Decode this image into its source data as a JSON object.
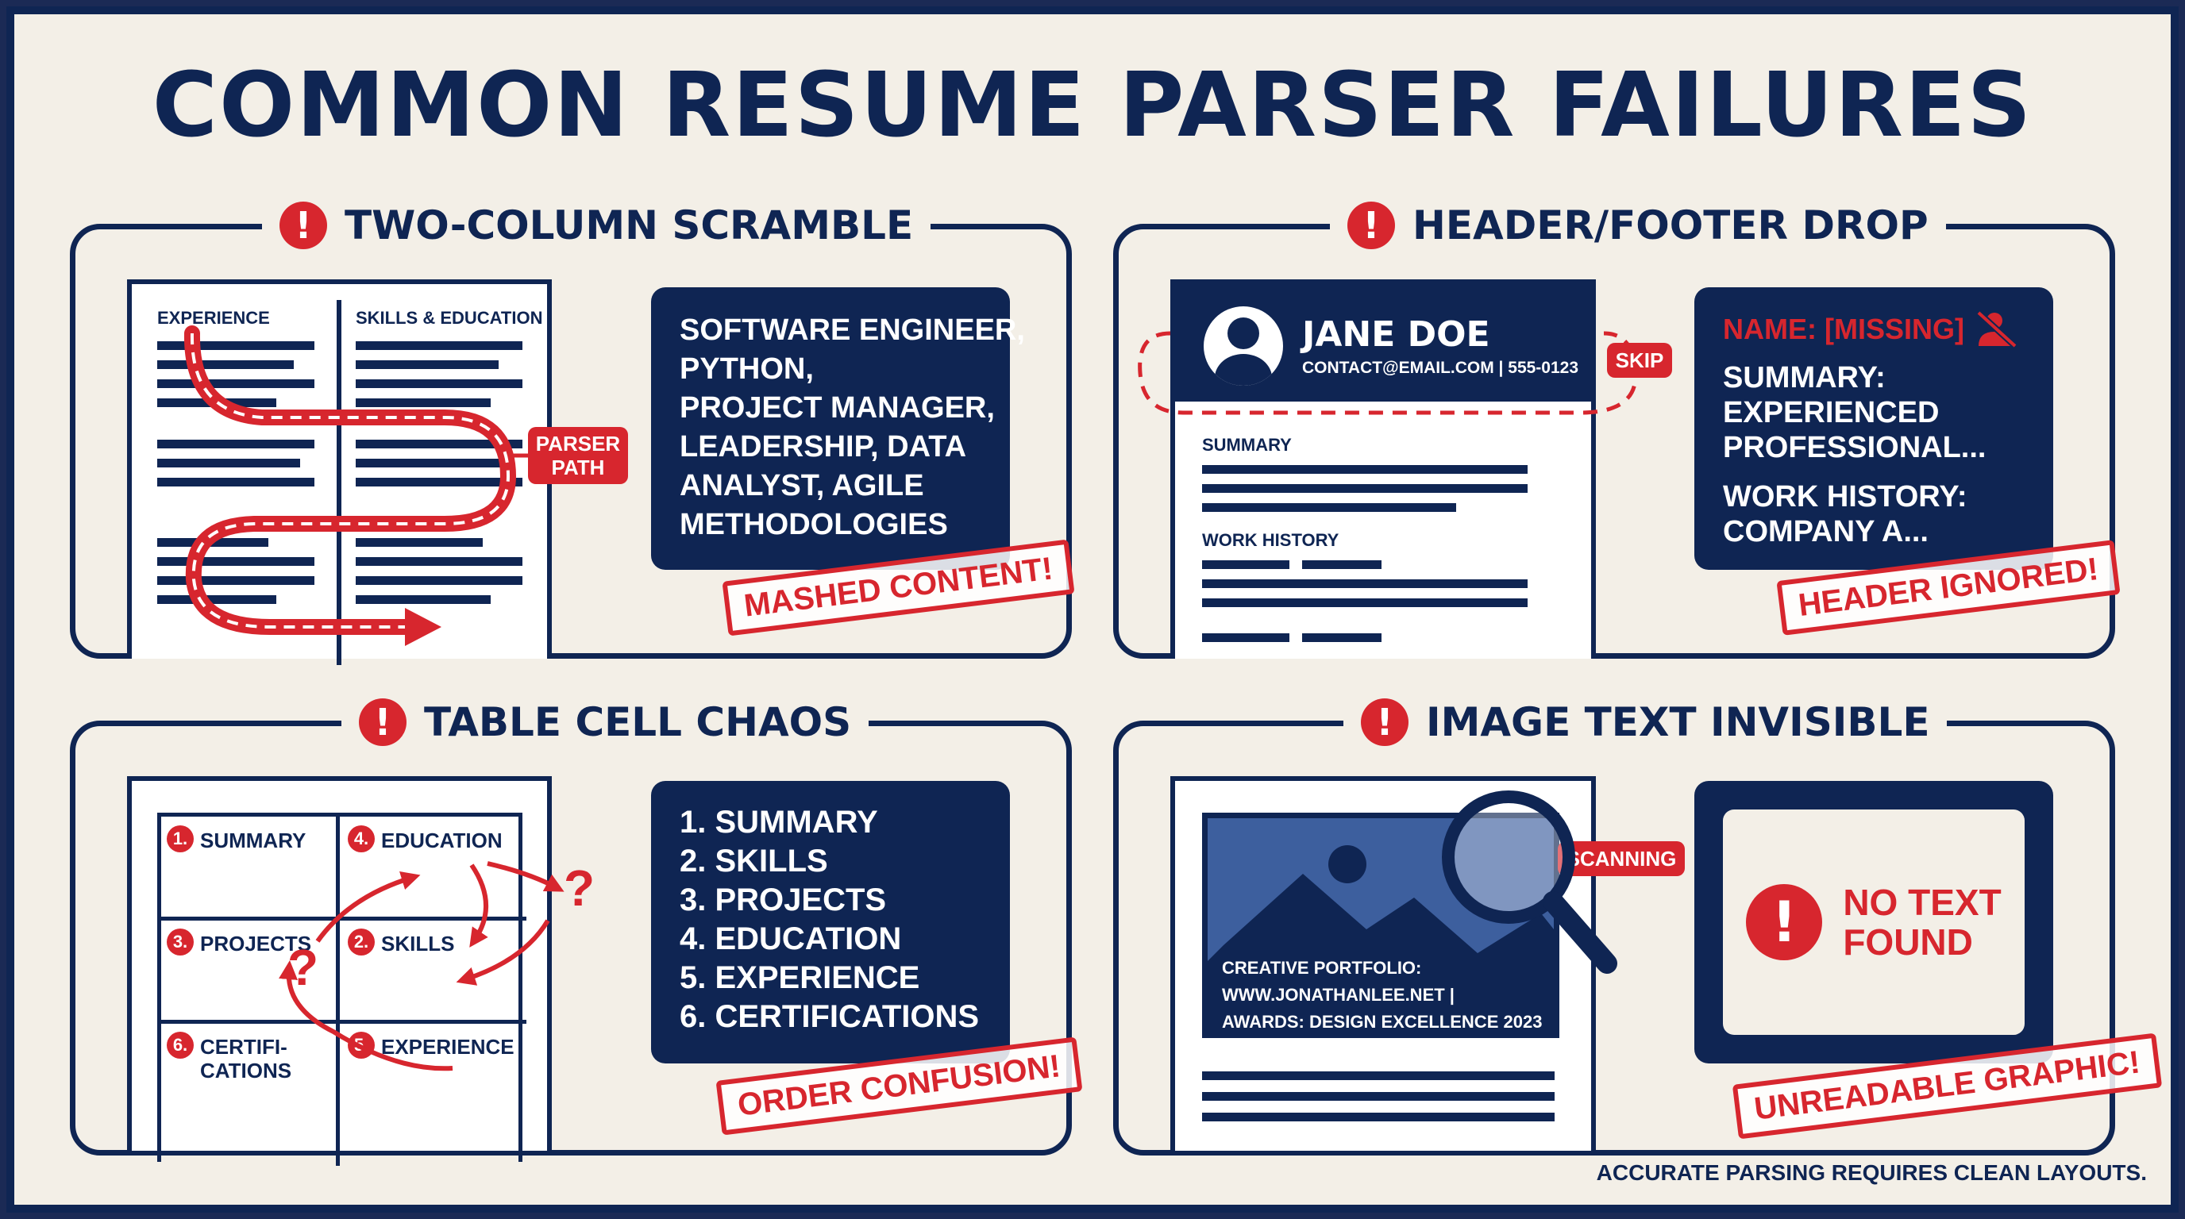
{
  "title": "COMMON RESUME PARSER FAILURES",
  "footer": "ACCURATE PARSING REQUIRES CLEAN LAYOUTS.",
  "colors": {
    "navy": "#0f2553",
    "red": "#d7262e",
    "background": "#f3efe7"
  },
  "panels": {
    "two_column": {
      "heading": "TWO-COLUMN SCRAMBLE",
      "col_left": "EXPERIENCE",
      "col_right": "SKILLS & EDUCATION",
      "path_tag": [
        "PARSER",
        "PATH"
      ],
      "output": [
        "SOFTWARE ENGINEER,",
        "PYTHON,",
        "PROJECT MANAGER,",
        "LEADERSHIP, DATA",
        "ANALYST, AGILE",
        "METHODOLOGIES"
      ],
      "stamp": "MASHED CONTENT!"
    },
    "header_footer": {
      "heading": "HEADER/FOOTER DROP",
      "name": "JANE DOE",
      "contact": "CONTACT@EMAIL.COM | 555-0123",
      "skip_tag": "SKIP",
      "summary_label": "SUMMARY",
      "work_label": "WORK HISTORY",
      "missing": "NAME: [MISSING]",
      "output": [
        "SUMMARY:",
        "EXPERIENCED",
        "PROFESSIONAL...",
        "WORK HISTORY:",
        "COMPANY A..."
      ],
      "stamp": "HEADER IGNORED!"
    },
    "table": {
      "heading": "TABLE CELL CHAOS",
      "cells": [
        {
          "num": "1.",
          "label": "SUMMARY"
        },
        {
          "num": "4.",
          "label": "EDUCATION"
        },
        {
          "num": "3.",
          "label": "PROJECTS"
        },
        {
          "num": "2.",
          "label": "SKILLS"
        },
        {
          "num": "6.",
          "label": "CERTIFI-\nCATIONS"
        },
        {
          "num": "5.",
          "label": "EXPERIENCE"
        }
      ],
      "question": "?",
      "output": [
        "1. SUMMARY",
        "2. SKILLS",
        "3. PROJECTS",
        "4. EDUCATION",
        "5. EXPERIENCE",
        "6. CERTIFICATIONS"
      ],
      "stamp": "ORDER CONFUSION!"
    },
    "image_text": {
      "heading": "IMAGE TEXT INVISIBLE",
      "scan_tag": "SCANNING",
      "image_text": [
        "CREATIVE PORTFOLIO:",
        "WWW.JONATHANLEE.NET  |",
        "AWARDS: DESIGN EXCELLENCE 2023"
      ],
      "result": [
        "NO TEXT",
        "FOUND"
      ],
      "stamp": "UNREADABLE GRAPHIC!"
    }
  },
  "alert_glyph": "!",
  "icons": [
    "alert-icon",
    "avatar-icon",
    "user-missing-icon",
    "magnifier-icon",
    "mountain-image-icon"
  ]
}
